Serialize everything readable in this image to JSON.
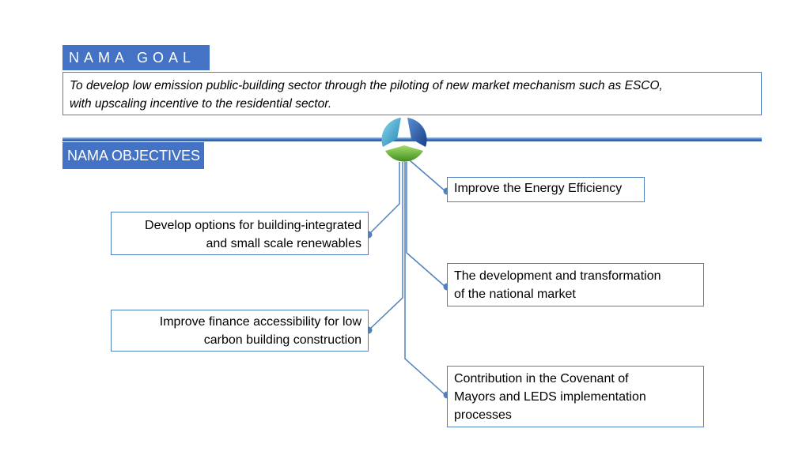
{
  "goal": {
    "header": "NAMA GOAL",
    "text_line1": "To develop low emission public-building sector through the piloting of new market mechanism such as ESCO,",
    "text_line2": "with upscaling incentive to the residential sector."
  },
  "objectives": {
    "header": "NAMA OBJECTIVES",
    "items": [
      {
        "line1": "Improve the Energy Efficiency"
      },
      {
        "line1": "Develop options for building-integrated",
        "line2": "and small scale renewables"
      },
      {
        "line1": "The development and transformation",
        "line2": "of the national market"
      },
      {
        "line1": "Improve finance accessibility for low",
        "line2": "carbon building construction"
      },
      {
        "line1": "Contribution in the Covenant of",
        "line2": "Mayors and LEDS implementation",
        "line3": "processes"
      }
    ]
  },
  "colors": {
    "header_fill": "#4472c4",
    "box_border": "#4f81bd",
    "connector": "#4f81bd",
    "logo_cyan": "#2e9ec4",
    "logo_blue": "#1f4e99",
    "logo_green": "#5aab2e"
  }
}
